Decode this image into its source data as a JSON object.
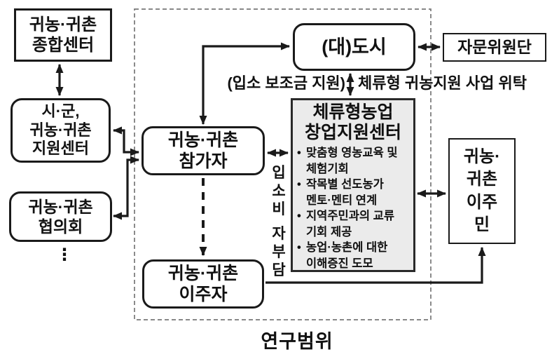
{
  "diagram": {
    "scope_label": "연구범위",
    "boxes": {
      "comprehensive_center": "귀농·귀촌\n종합센터",
      "city_county_support": "시·군,\n귀농·귀촌\n지원센터",
      "council": "귀농·귀촌\n협의회",
      "council_more": "⋮",
      "participant": "귀농·귀촌\n참가자",
      "big_city": "(대)도시",
      "advisory_committee": "자문위원단",
      "stay_farming_center_title": "체류형농업\n창업지원센터",
      "settler": "귀농·귀촌\n이주자",
      "migrant": "귀농·\n귀촌\n이주\n민"
    },
    "bullet_glyph": "•",
    "stay_center_bullets": [
      "맞춤형 영농교육 및\n체험기회",
      "작목별 선도농가\n멘토·멘티 연계",
      "지역주민과의 교류\n기회 제공",
      "농업·농촌에 대한\n이해증진 도모"
    ],
    "edge_labels": {
      "admission_subsidy": "(입소 보조금 지원)",
      "delegation": "체류형 귀농지원 사업 위탁",
      "self_pay_top": "입소비",
      "self_pay_bottom": "자부담"
    },
    "colors": {
      "line": "#1a1a1a",
      "stay_center_fill": "#ebebeb",
      "scope_border": "#777777",
      "background": "#ffffff",
      "text": "#111111"
    }
  }
}
